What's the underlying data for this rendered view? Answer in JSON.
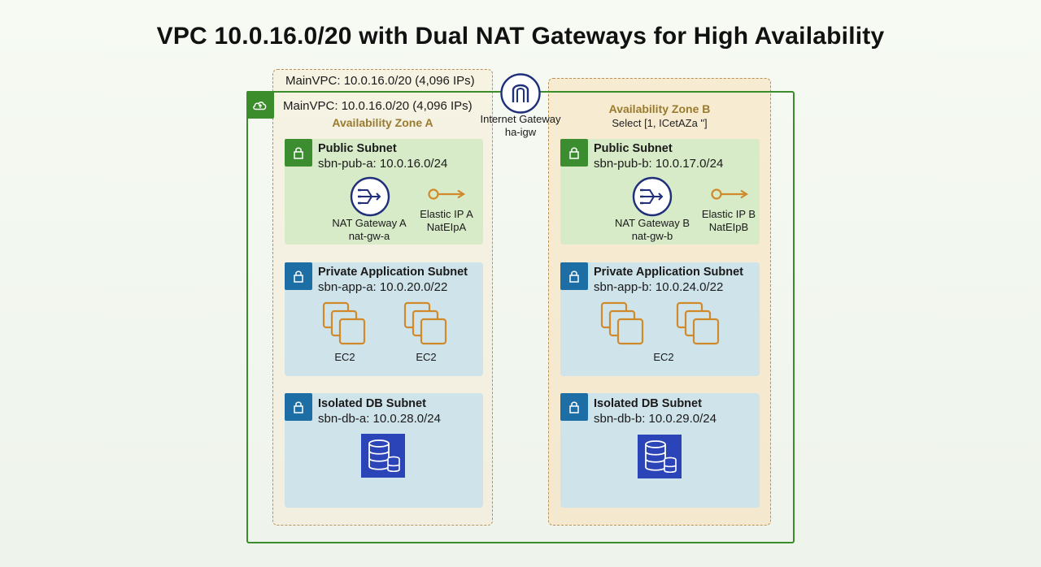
{
  "title": "VPC 10.0.16.0/20 with Dual NAT Gateways for High Availability",
  "vpc": {
    "label": "MainVPC: 10.0.16.0/20 (4,096 IPs)",
    "label_top": "MainVPC: 10.0.16.0/20 (4,096 IPs)"
  },
  "internet_gateway": {
    "name": "Internet Gateway",
    "id": "ha-igw"
  },
  "zones": {
    "a": {
      "title": "Availability Zone A",
      "public": {
        "title": "Public Subnet",
        "cidr": "sbn-pub-a: 10.0.16.0/24",
        "nat_name": "NAT Gateway A",
        "nat_id": "nat-gw-a",
        "eip_name": "Elastic IP A",
        "eip_id": "NatEIpA"
      },
      "app": {
        "title": "Private Application Subnet",
        "cidr": "sbn-app-a: 10.0.20.0/22",
        "ec2_1": "EC2",
        "ec2_2": "EC2"
      },
      "db": {
        "title": "Isolated DB Subnet",
        "cidr": "sbn-db-a: 10.0.28.0/24"
      }
    },
    "b": {
      "title": "Availability Zone B",
      "subtitle": "Select [1, ICetAZa \"]",
      "public": {
        "title": "Public Subnet",
        "cidr": "sbn-pub-b: 10.0.17.0/24",
        "nat_name": "NAT Gateway B",
        "nat_id": "nat-gw-b",
        "eip_name": "Elastic IP B",
        "eip_id": "NatEIpB"
      },
      "app": {
        "title": "Private Application Subnet",
        "cidr": "sbn-app-b: 10.0.24.0/22",
        "ec2": "EC2"
      },
      "db": {
        "title": "Isolated DB Subnet",
        "cidr": "sbn-db-b: 10.0.29.0/24"
      }
    }
  },
  "colors": {
    "vpc_border": "#3b8c2a",
    "az_border": "#b8925a",
    "public_subnet": "#d8ebc8",
    "private_subnet": "#cfe3ea",
    "nat_icon": "#1f2f7a",
    "ec2_icon": "#d08a2b",
    "eip_icon": "#d08a2b",
    "db_icon": "#2b45b8"
  }
}
